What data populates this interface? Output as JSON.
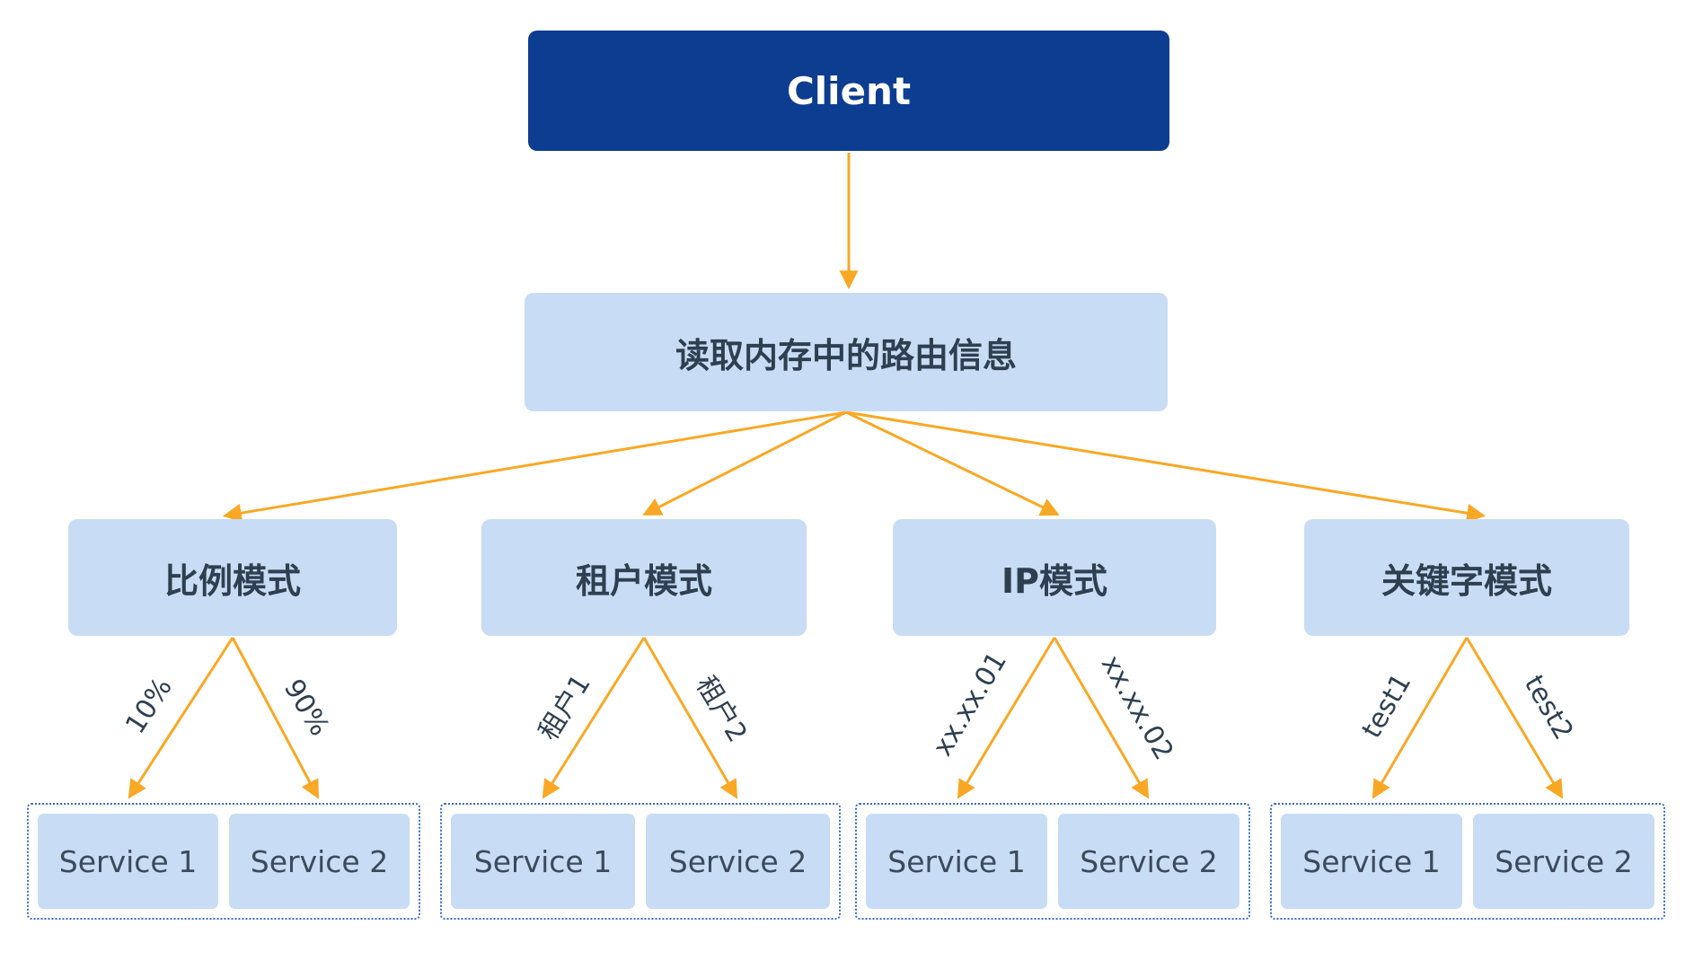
{
  "diagram": {
    "client": {
      "label": "Client"
    },
    "router": {
      "label": "读取内存中的路由信息"
    },
    "modes": [
      {
        "label": "比例模式",
        "edge_labels": [
          "10%",
          "90%"
        ],
        "services": [
          "Service 1",
          "Service 2"
        ]
      },
      {
        "label": "租户模式",
        "edge_labels": [
          "租户1",
          "租户2"
        ],
        "services": [
          "Service 1",
          "Service 2"
        ]
      },
      {
        "label": "IP模式",
        "edge_labels": [
          "xx.xx.01",
          "xx.xx.02"
        ],
        "services": [
          "Service 1",
          "Service 2"
        ]
      },
      {
        "label": "关键字模式",
        "edge_labels": [
          "test1",
          "test2"
        ],
        "services": [
          "Service 1",
          "Service 2"
        ]
      }
    ],
    "colors": {
      "client_bg": "#0d3d91",
      "node_bg": "#c9dcf5",
      "arrow": "#f9a825",
      "text": "#2e3f50",
      "group_border": "#3a6bc4"
    }
  }
}
